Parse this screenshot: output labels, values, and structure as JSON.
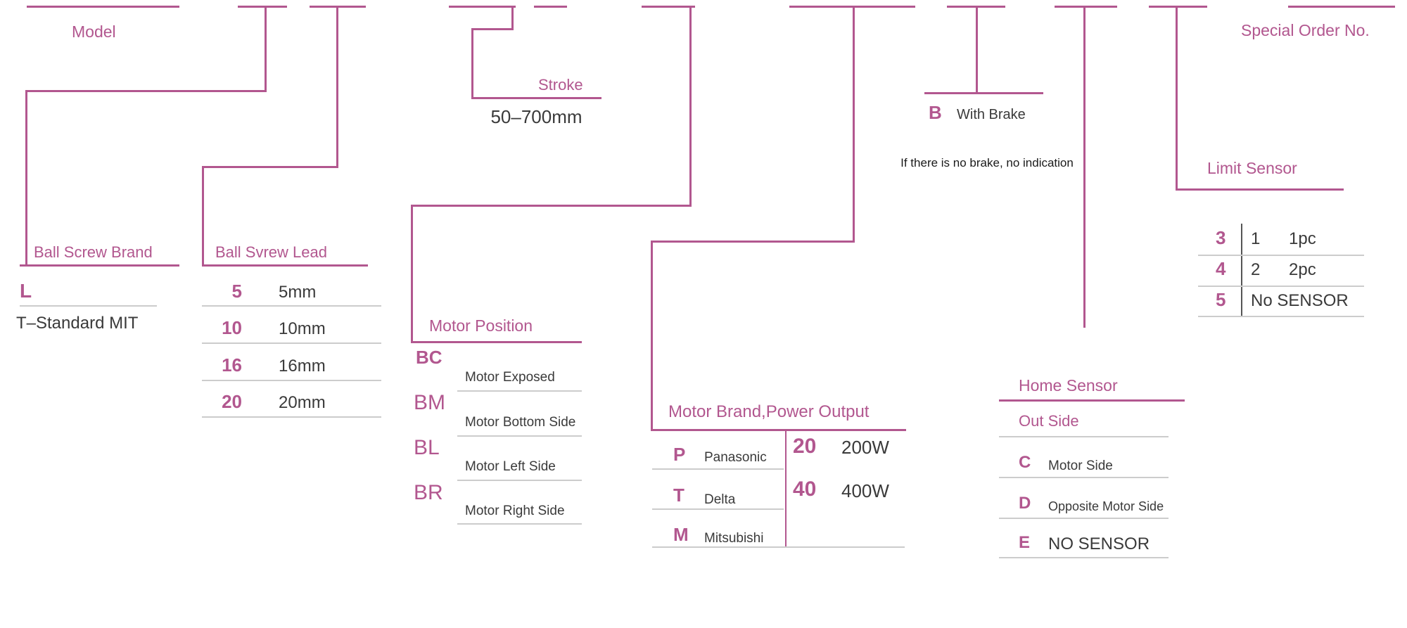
{
  "colors": {
    "accent": "#b2578f",
    "dark": "#3a3a3a",
    "gray": "#cccccc",
    "note": "#1a1a1a"
  },
  "model": {
    "label": "Model"
  },
  "special_order": {
    "label": "Special Order No."
  },
  "ball_screw_brand": {
    "label": "Ball Screw Brand",
    "code": "L",
    "value": "T–Standard MIT"
  },
  "ball_screw_lead": {
    "label": "Ball Svrew Lead",
    "rows": [
      {
        "code": "5",
        "value": "5mm"
      },
      {
        "code": "10",
        "value": "10mm"
      },
      {
        "code": "16",
        "value": "16mm"
      },
      {
        "code": "20",
        "value": "20mm"
      }
    ]
  },
  "stroke": {
    "label": "Stroke",
    "value": "50–700mm"
  },
  "motor_position": {
    "label": "Motor Position",
    "rows": [
      {
        "code": "BC",
        "value": "Motor Exposed"
      },
      {
        "code": "BM",
        "value": "Motor Bottom Side"
      },
      {
        "code": "BL",
        "value": "Motor Left Side"
      },
      {
        "code": "BR",
        "value": "Motor Right Side"
      }
    ]
  },
  "motor_brand_power": {
    "label": "Motor Brand,Power Output",
    "brands": [
      {
        "code": "P",
        "value": "Panasonic"
      },
      {
        "code": "T",
        "value": "Delta"
      },
      {
        "code": "M",
        "value": "Mitsubishi"
      }
    ],
    "powers": [
      {
        "code": "20",
        "value": "200W"
      },
      {
        "code": "40",
        "value": "400W"
      }
    ]
  },
  "brake": {
    "code": "B",
    "label": "With Brake",
    "note": "If there is no brake, no indication"
  },
  "home_sensor": {
    "label": "Home Sensor",
    "sublabel": "Out Side",
    "rows": [
      {
        "code": "C",
        "value": "Motor Side"
      },
      {
        "code": "D",
        "value": "Opposite Motor Side"
      },
      {
        "code": "E",
        "value": "NO SENSOR"
      }
    ]
  },
  "limit_sensor": {
    "label": "Limit Sensor",
    "rows": [
      {
        "code": "3",
        "qty": "1",
        "value": "1pc"
      },
      {
        "code": "4",
        "qty": "2",
        "value": "2pc"
      },
      {
        "code": "5",
        "qty": "",
        "value": "No SENSOR"
      }
    ]
  }
}
